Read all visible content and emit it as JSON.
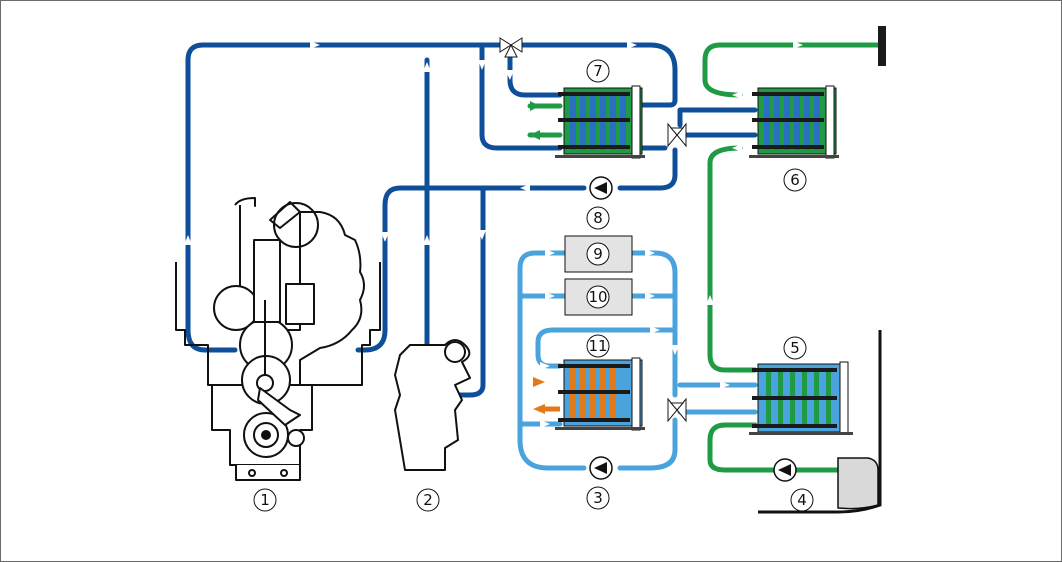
{
  "diagram": {
    "colors": {
      "high_temperature_loop": "#0f4f9a",
      "low_temperature_loop": "#4aa3dc",
      "seawater_loop": "#1f9a45",
      "oil_loop": "#e07a1a",
      "equipment_fill": "#e3e3e3",
      "outline": "#1a1a1a"
    },
    "components": [
      {
        "id": "c1",
        "label": "1",
        "icon": "main-engine"
      },
      {
        "id": "c2",
        "label": "2",
        "icon": "auxiliary-engine"
      },
      {
        "id": "c3",
        "label": "3",
        "icon": "low-temperature-pump"
      },
      {
        "id": "c4",
        "label": "4",
        "icon": "seawater-pump"
      },
      {
        "id": "c5",
        "label": "5",
        "icon": "central-cooler-plate-heat-exchanger"
      },
      {
        "id": "c6",
        "label": "6",
        "icon": "plate-heat-exchanger"
      },
      {
        "id": "c7",
        "label": "7",
        "icon": "plate-heat-exchanger"
      },
      {
        "id": "c8",
        "label": "8",
        "icon": "consumer-group"
      },
      {
        "id": "c9",
        "label": "9",
        "icon": "consumer-box"
      },
      {
        "id": "c10",
        "label": "10",
        "icon": "consumer-box"
      },
      {
        "id": "c11",
        "label": "11",
        "icon": "oil-cooler-plate-heat-exchanger"
      }
    ]
  }
}
